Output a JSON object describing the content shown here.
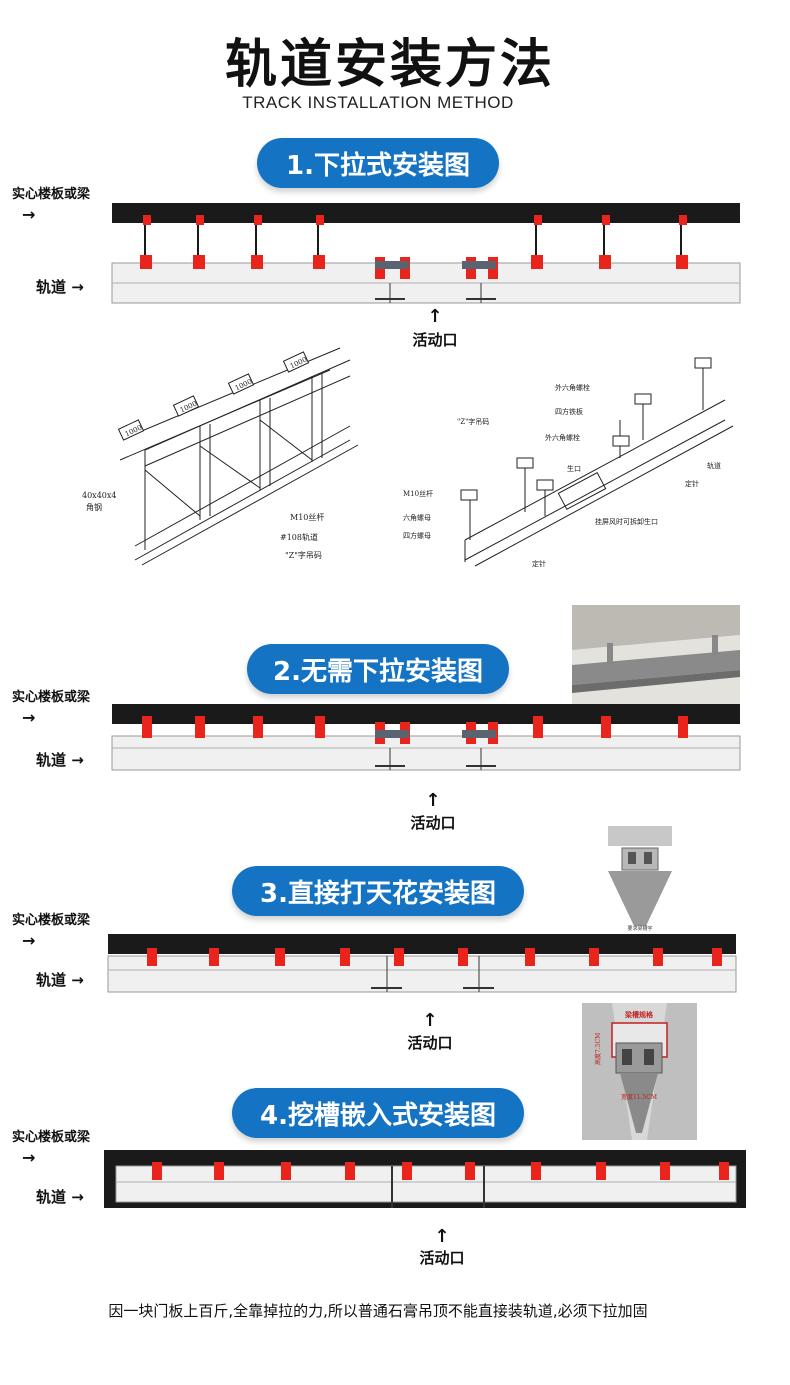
{
  "header": {
    "title": "轨道安装方法",
    "subtitle": "TRACK INSTALLATION METHOD"
  },
  "labels": {
    "slab": "实心楼板或梁",
    "arrow": "→",
    "track": "轨道 →",
    "opening": "活动口",
    "up_arrow": "↑"
  },
  "sections": [
    {
      "title": "1.下拉式安装图"
    },
    {
      "title": "2.无需下拉安装图"
    },
    {
      "title": "3.直接打天花安装图"
    },
    {
      "title": "4.挖槽嵌入式安装图"
    }
  ],
  "drawing_left": {
    "dims": [
      "1000",
      "1000",
      "1000",
      "1000"
    ],
    "angle_steel": [
      "40x40x4",
      "角钢"
    ],
    "rod": "M10丝杆",
    "track": "#108轨道",
    "z_hanger": "\"Z\"字吊码"
  },
  "drawing_right": {
    "hex_bolt_top": "外六角螺栓",
    "square_plate": "四方铁板",
    "z_hanger": "\"Z\"字吊码",
    "hex_bolt_mid": "外六角螺栓",
    "opening": "生口",
    "rod": "M10丝杆",
    "hex_nut": "六角螺母",
    "square_nut": "四方螺母",
    "track": "轨道",
    "pin_right": "定针",
    "removable": "挂屏风时可拆卸生口",
    "pin_bottom": "定针"
  },
  "photos": {
    "photo3_caption": "要求梁槽宇",
    "photo4_top": "梁槽规格",
    "photo4_side": "高度7.5CM",
    "photo4_bottom": "宽度11.5CM"
  },
  "footer": {
    "note": "因一块门板上百斤,全靠掉拉的力,所以普通石膏吊顶不能直接装轨道,必须下拉加固"
  },
  "colors": {
    "accent": "#1573c3",
    "bracket": "#e8241d",
    "slab": "#1a1a1a",
    "track": "#f0f0f0"
  }
}
